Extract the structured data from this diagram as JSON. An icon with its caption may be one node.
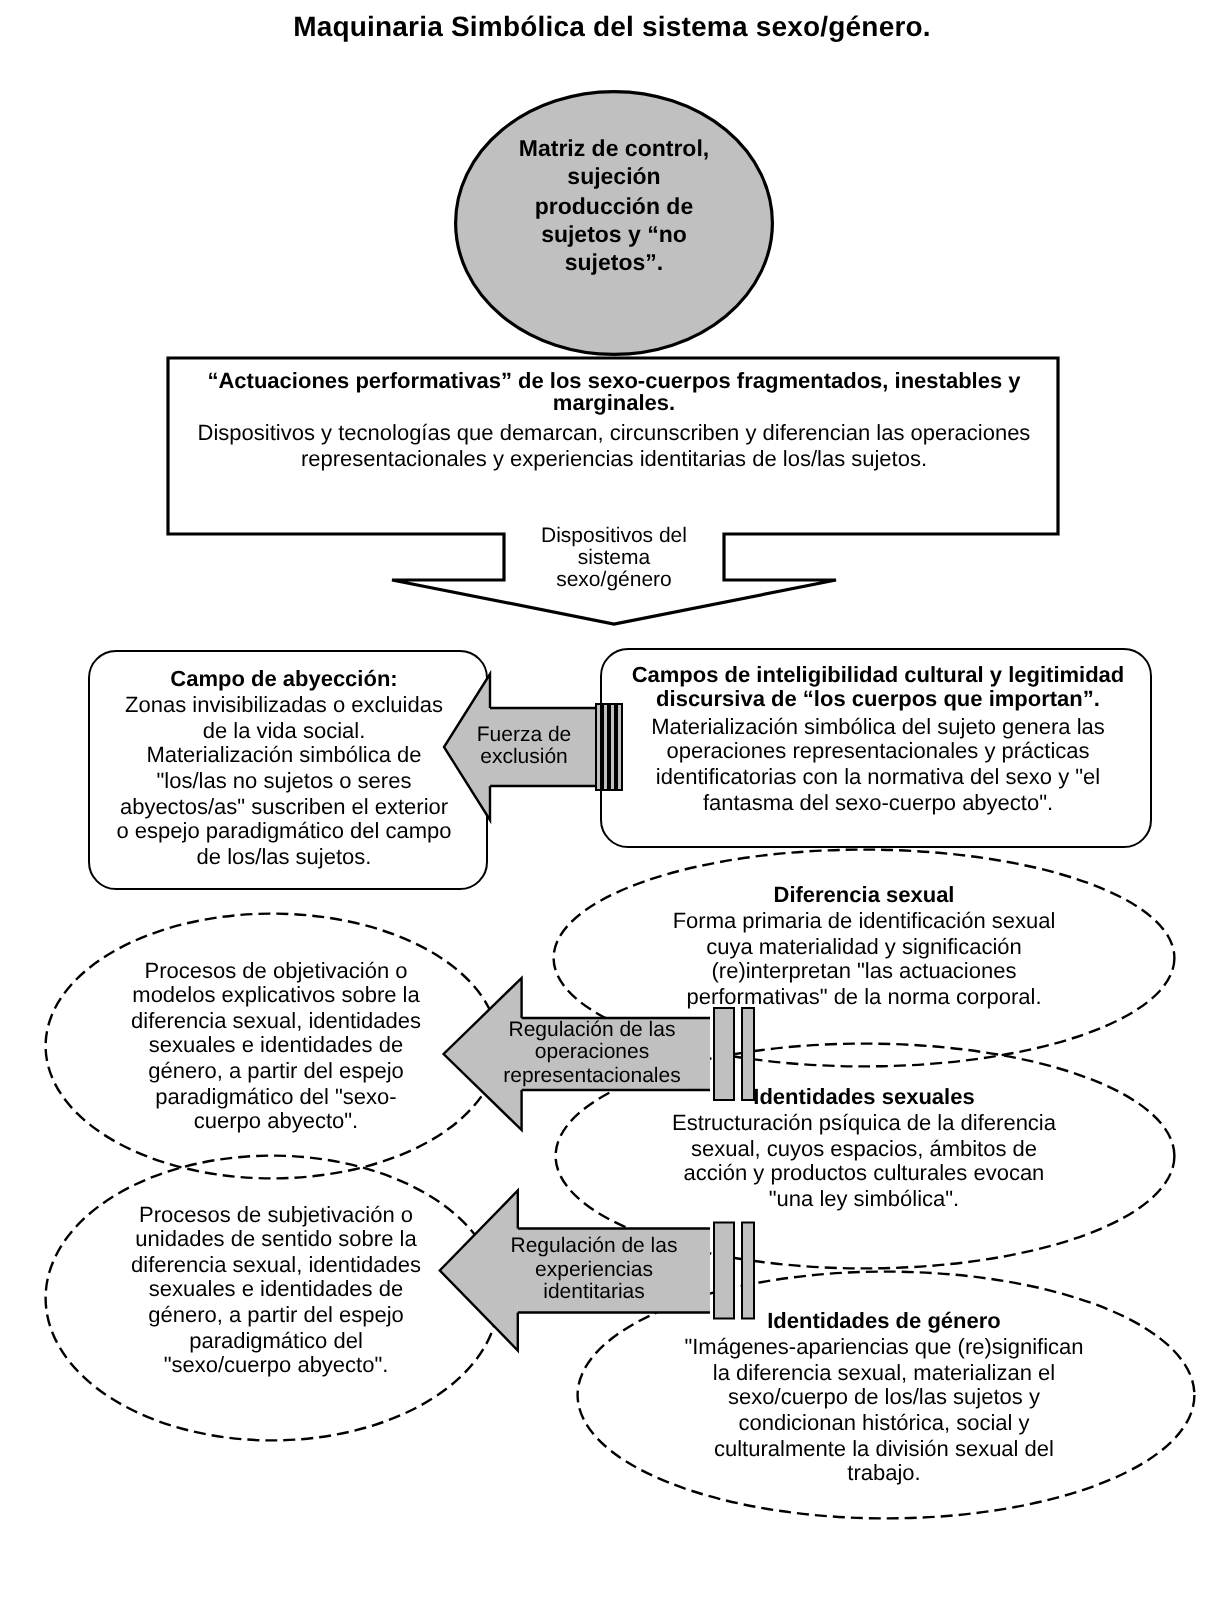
{
  "diagram": {
    "title": "Maquinaria Simbólica del sistema sexo/género.",
    "nodes": [
      {
        "text": [
          "Matriz de control, sujeción producción de sujetos y “no sujetos”."
        ]
      },
      {
        "text": [
          "“Actuaciones performativas” de los sexo-cuerpos fragmentados, inestables y marginales.",
          "Dispositivos y tecnologías que demarcan, circunscriben y diferencian las operaciones representacionales y experiencias identitarias de los/las sujetos.",
          "Dispositivos del sistema sexo/género"
        ]
      },
      {
        "text": [
          "Campo de abyección:",
          "Zonas invisibilizadas o excluidas de la vida social.",
          "Materialización simbólica de \"los/las no sujetos o seres abyectos/as\" suscriben el exterior o espejo paradigmático del campo de los/las sujetos."
        ]
      },
      {
        "text": [
          "Campos de inteligibilidad cultural y legitimidad discursiva de “los cuerpos que importan”.",
          "Materialización simbólica del sujeto genera las operaciones representacionales y prácticas identificatorias con la normativa del sexo y \"el fantasma del sexo-cuerpo abyecto\"."
        ]
      },
      {
        "text": [
          "Procesos de objetivación o modelos explicativos sobre la diferencia sexual, identidades sexuales e identidades de género, a partir del espejo paradigmático del \"sexo-cuerpo abyecto\"."
        ]
      },
      {
        "text": [
          "Procesos de subjetivación o unidades de sentido sobre la diferencia sexual, identidades sexuales e identidades de género, a partir del espejo paradigmático del \"sexo/cuerpo abyecto\"."
        ]
      },
      {
        "text": [
          "Diferencia sexual",
          "Forma primaria de identificación sexual cuya materialidad y significación (re)interpretan \"las actuaciones performativas\" de la norma corporal."
        ]
      },
      {
        "text": [
          "Identidades sexuales",
          "Estructuración psíquica de la diferencia sexual, cuyos espacios, ámbitos de acción y productos culturales evocan \"una ley simbólica\"."
        ]
      },
      {
        "text": [
          "Identidades de género",
          "\"Imágenes-apariencias que (re)significan la diferencia sexual, materializan el sexo/cuerpo de los/las sujetos y condicionan histórica, social y culturalmente la división sexual del trabajo."
        ]
      }
    ],
    "edges": [
      {
        "from": 3,
        "to": 2,
        "arrow": "to",
        "label": "Fuerza de exclusión"
      },
      {
        "from": 6,
        "to": 4,
        "arrow": "to",
        "label": "Regulación de las operaciones representacionales"
      },
      {
        "from": 7,
        "to": 4,
        "arrow": "to"
      },
      {
        "from": 7,
        "to": 5,
        "arrow": "to",
        "label": "Regulación de las experiencias identitarias"
      },
      {
        "from": 8,
        "to": 5,
        "arrow": "to"
      }
    ]
  }
}
